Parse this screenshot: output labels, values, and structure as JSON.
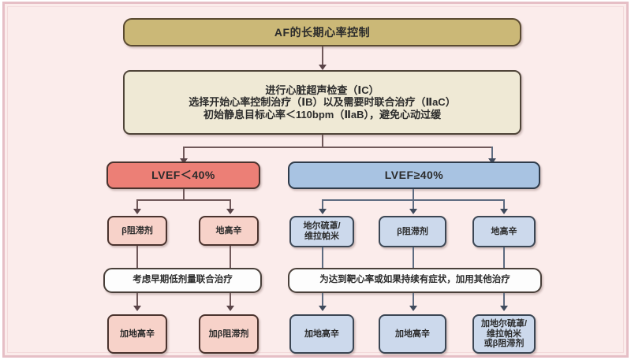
{
  "diagram": {
    "title": "AF的长期心率控制",
    "assessment": {
      "line1": "进行心脏超声检查（ⅠC）",
      "line2": "选择开始心率控制治疗（ⅠB）以及需要时联合治疗（ⅡaC）",
      "line3": "初始静息目标心率＜110bpm（ⅡaB），避免心动过缓"
    },
    "branches": {
      "left": {
        "label": "LVEF＜40%",
        "color": "#ec7f76",
        "drugs": [
          {
            "label": "β阻滞剂"
          },
          {
            "label": "地高辛"
          }
        ],
        "combination_note": "考虑早期低剂量联合治疗",
        "add_on": [
          {
            "label": "加地高辛"
          },
          {
            "label": "加β阻滞剂"
          }
        ]
      },
      "right": {
        "label": "LVEF≥40%",
        "color": "#a8c3e2",
        "drugs": [
          {
            "line1": "地尔硫䓬/",
            "line2": "维拉帕米"
          },
          {
            "line1": "β阻滞剂"
          },
          {
            "line1": "地高辛"
          }
        ],
        "combination_note": "为达到靶心率或如果持续有症状，加用其他治疗",
        "add_on": [
          {
            "line1": "加地高辛"
          },
          {
            "line1": "加地高辛"
          },
          {
            "line1": "加地尔硫䓬/",
            "line2": "维拉帕米",
            "line3": "或β阻滞剂"
          }
        ]
      }
    },
    "colors": {
      "background": "#fbeceb",
      "frame_border": "#e6bfc6",
      "title_box": "#cbb877",
      "assessment_box": "#efe9d5",
      "low_ef": "#ec7f76",
      "normal_ef": "#a8c3e2",
      "pink_node": "#f7d2c9",
      "blue_node": "#ccd9ec",
      "white_node": "#fdfdfd"
    }
  }
}
